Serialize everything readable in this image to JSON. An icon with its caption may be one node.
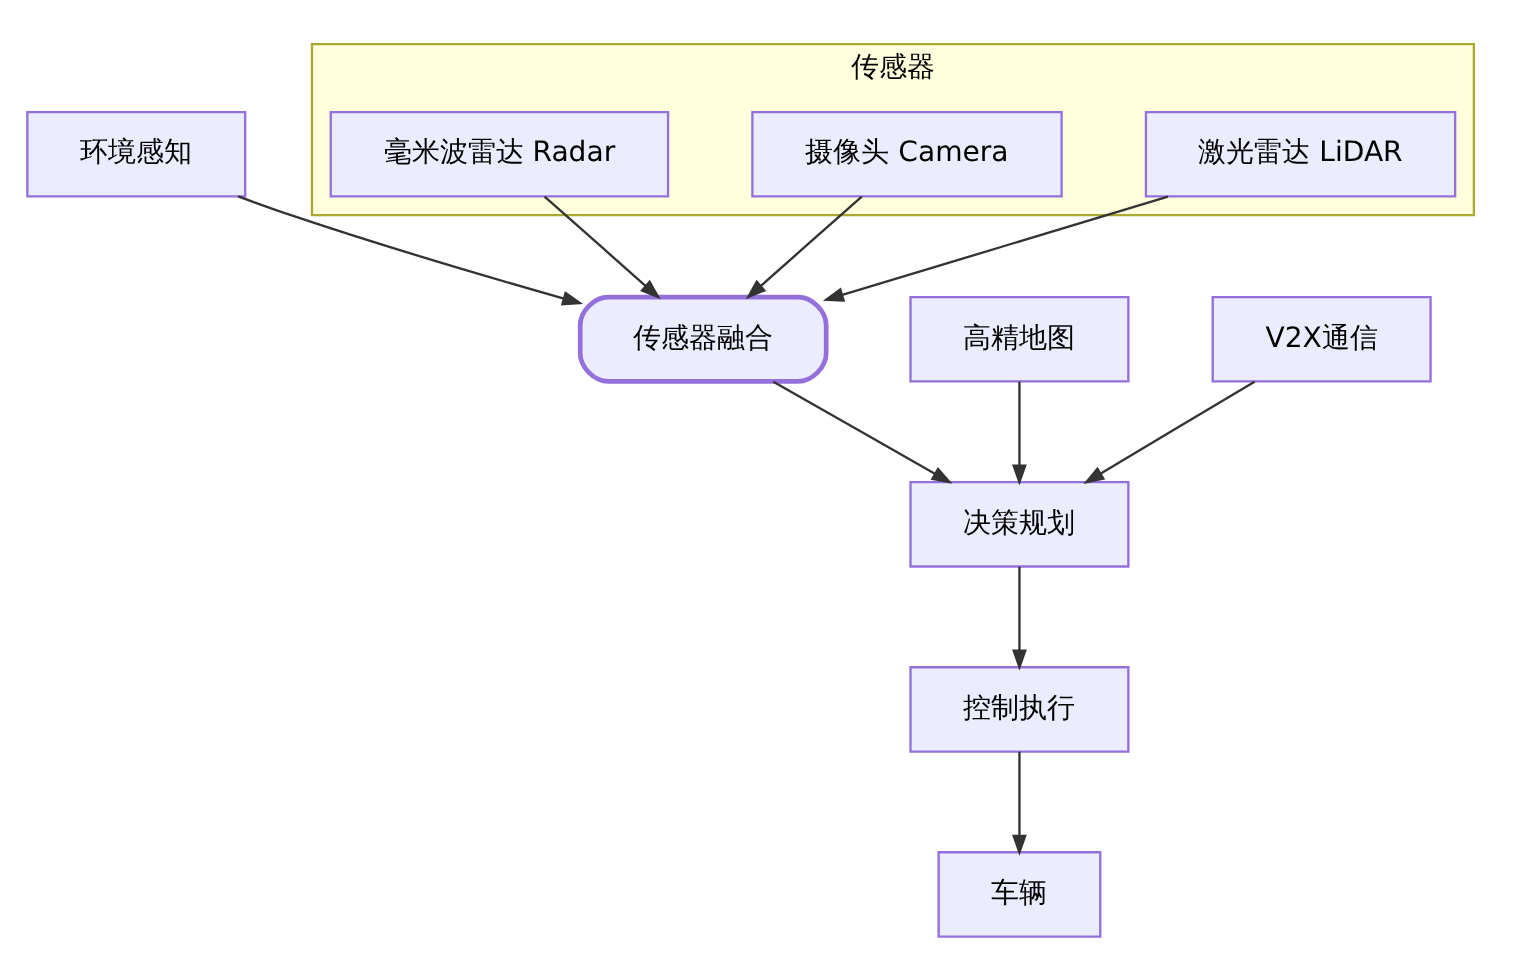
{
  "diagram": {
    "nodes": [
      {
        "text": [
          "环境感知"
        ]
      },
      {
        "text": [
          "传感器"
        ]
      },
      {
        "text": [
          "激光雷达 LiDAR"
        ],
        "in": 1
      },
      {
        "text": [
          "摄像头 Camera"
        ],
        "in": 1
      },
      {
        "text": [
          "毫米波雷达 Radar"
        ],
        "in": 1
      },
      {
        "text": [
          "传感器融合"
        ]
      },
      {
        "text": [
          "高精地图"
        ]
      },
      {
        "text": [
          "V2X通信"
        ]
      },
      {
        "text": [
          "决策规划"
        ]
      },
      {
        "text": [
          "控制执行"
        ]
      },
      {
        "text": [
          "车辆"
        ]
      }
    ],
    "edges": [
      {
        "from": 0,
        "to": 5,
        "arrow": "to"
      },
      {
        "from": 2,
        "to": 5,
        "arrow": "to"
      },
      {
        "from": 3,
        "to": 5,
        "arrow": "to"
      },
      {
        "from": 4,
        "to": 5,
        "arrow": "to"
      },
      {
        "from": 5,
        "to": 8,
        "arrow": "to"
      },
      {
        "from": 6,
        "to": 8,
        "arrow": "to"
      },
      {
        "from": 7,
        "to": 8,
        "arrow": "to"
      },
      {
        "from": 8,
        "to": 9,
        "arrow": "to"
      },
      {
        "from": 9,
        "to": 10,
        "arrow": "to"
      }
    ]
  }
}
